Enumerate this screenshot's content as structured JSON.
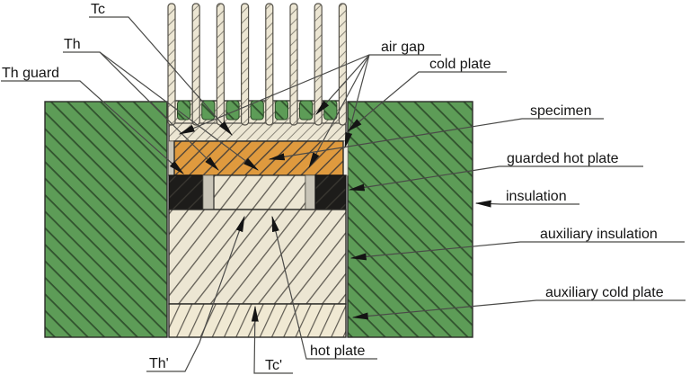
{
  "diagram": {
    "title": "guarded hot plate apparatus cross-section",
    "labels": {
      "tc": "Tc",
      "th": "Th",
      "th_guard": "Th guard",
      "air_gap": "air gap",
      "cold_plate": "cold plate",
      "specimen": "specimen",
      "guarded_hot_plate": "guarded hot plate",
      "insulation": "insulation",
      "auxiliary_insulation": "auxiliary insulation",
      "auxiliary_cold_plate": "auxiliary cold plate",
      "hot_plate": "hot plate",
      "th_prime": "Th'",
      "tc_prime": "Tc'"
    },
    "colors": {
      "insulation_green": "#5d9c57",
      "insulation_hatch": "#31522e",
      "specimen_orange": "#df9a3e",
      "plate_cream": "#ece6d3",
      "aux_cold_plate_cream": "#f0e9d3",
      "guard_black": "#1d1c1a",
      "air_gap_gray": "#c9c5b8",
      "outline": "#2b2b28",
      "leader_line": "#4a4a48"
    }
  }
}
